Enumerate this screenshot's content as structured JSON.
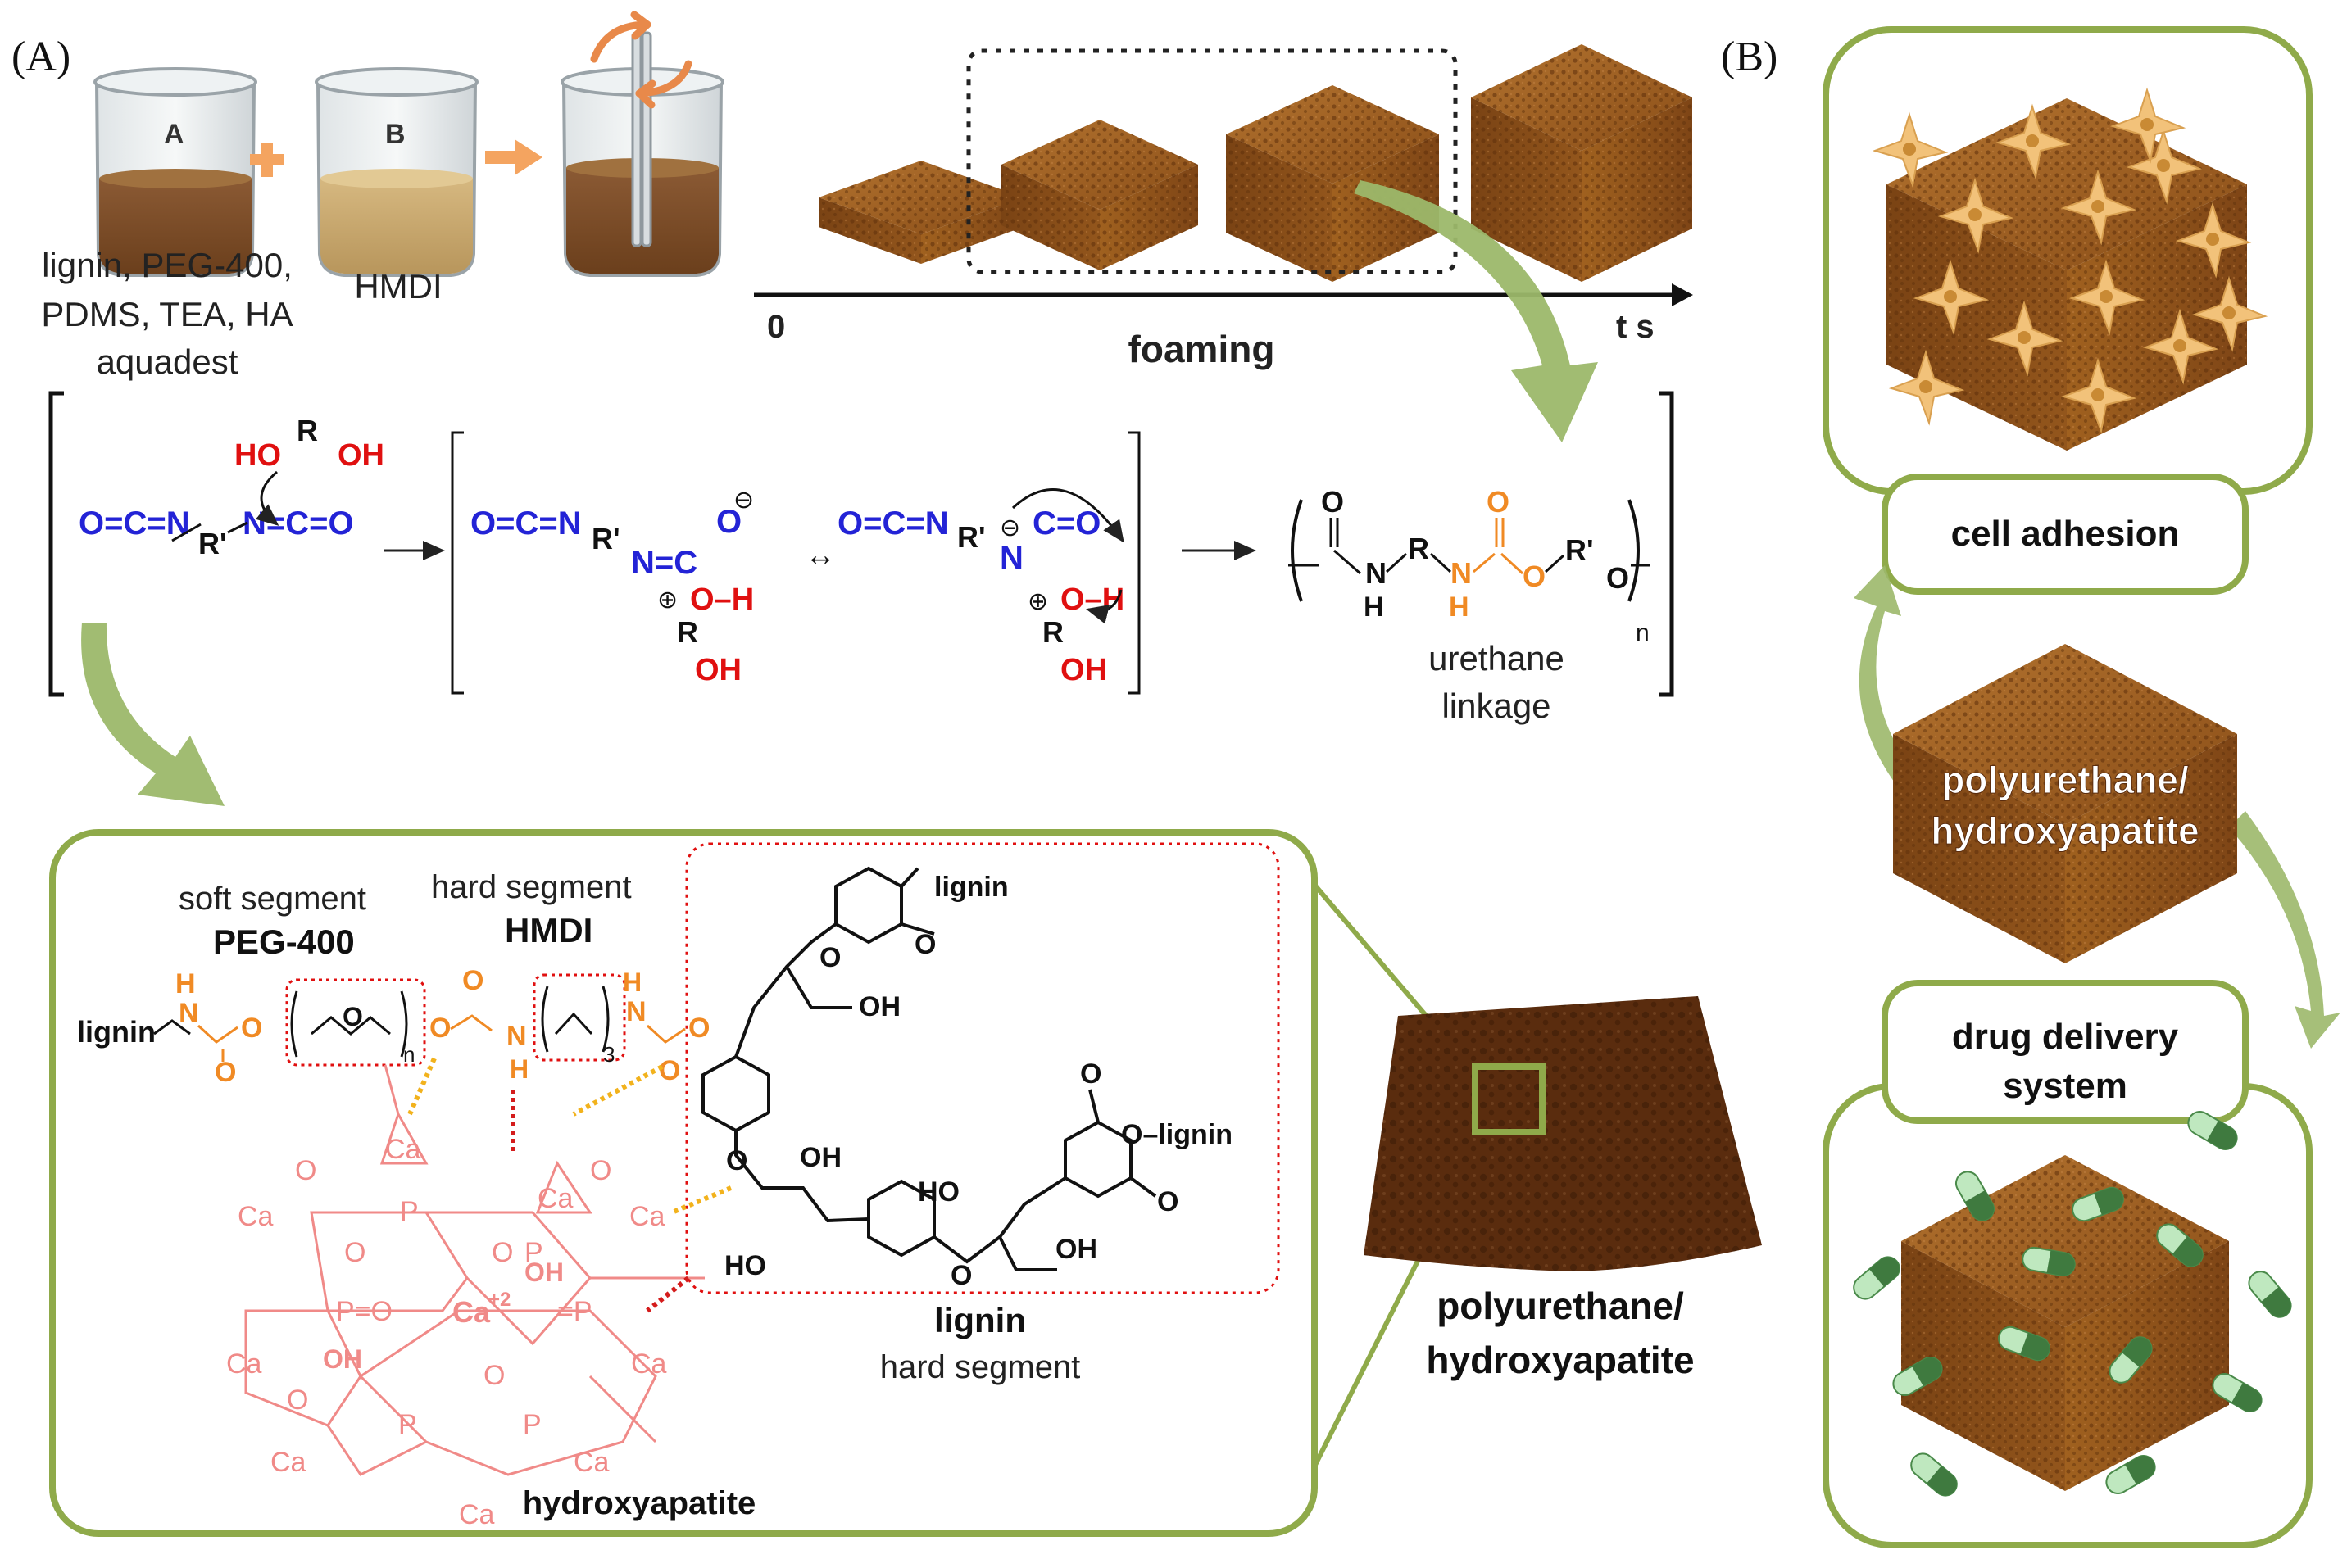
{
  "panels": {
    "a_label": "(A)",
    "b_label": "(B)"
  },
  "beakers": {
    "a_letter": "A",
    "b_letter": "B",
    "a_caption": [
      "lignin, PEG-400,",
      "PDMS, TEA, HA",
      "aquadest"
    ],
    "b_caption": "HMDI"
  },
  "foaming": {
    "t0": "0",
    "tend": "t s",
    "label": "foaming"
  },
  "reaction": {
    "urethane_label": [
      "urethane",
      "linkage"
    ],
    "sub_n": "n"
  },
  "zoom": {
    "soft_segment": "soft segment",
    "peg": "PEG-400",
    "hard_segment": "hard segment",
    "hmdi": "HMDI",
    "lignin_top": "lignin",
    "lignin_left": "lignin",
    "lignin_right": "O–lignin",
    "lignin_bold": "lignin",
    "lignin_hard": "hard segment",
    "hydroxyapatite": "hydroxyapatite",
    "oh_label": "OH",
    "sub_n": "n",
    "sub_3": "3",
    "ca2": "Ca",
    "ca2_sup": "+2",
    "oh_minus_1": "OH",
    "oh_minus_2": "OH"
  },
  "sample_caption": [
    "polyurethane/",
    "hydroxyapatite"
  ],
  "panel_b": {
    "cell_adhesion": "cell adhesion",
    "center": [
      "polyurethane/",
      "hydroxyapatite"
    ],
    "drug_delivery": [
      "drug delivery",
      "system"
    ]
  },
  "colors": {
    "green_frame": "#8faa4a",
    "arrow_green": "#9cb86a",
    "foam_brown": "#9a5a1e",
    "isocyanate_blue": "#2323d6",
    "hydroxyl_red": "#e01010",
    "urethane_orange": "#f08a24",
    "apatite_pink": "#f08a88",
    "cell_orange": "#f2c27a",
    "capsule_green": "#8fd08f"
  }
}
